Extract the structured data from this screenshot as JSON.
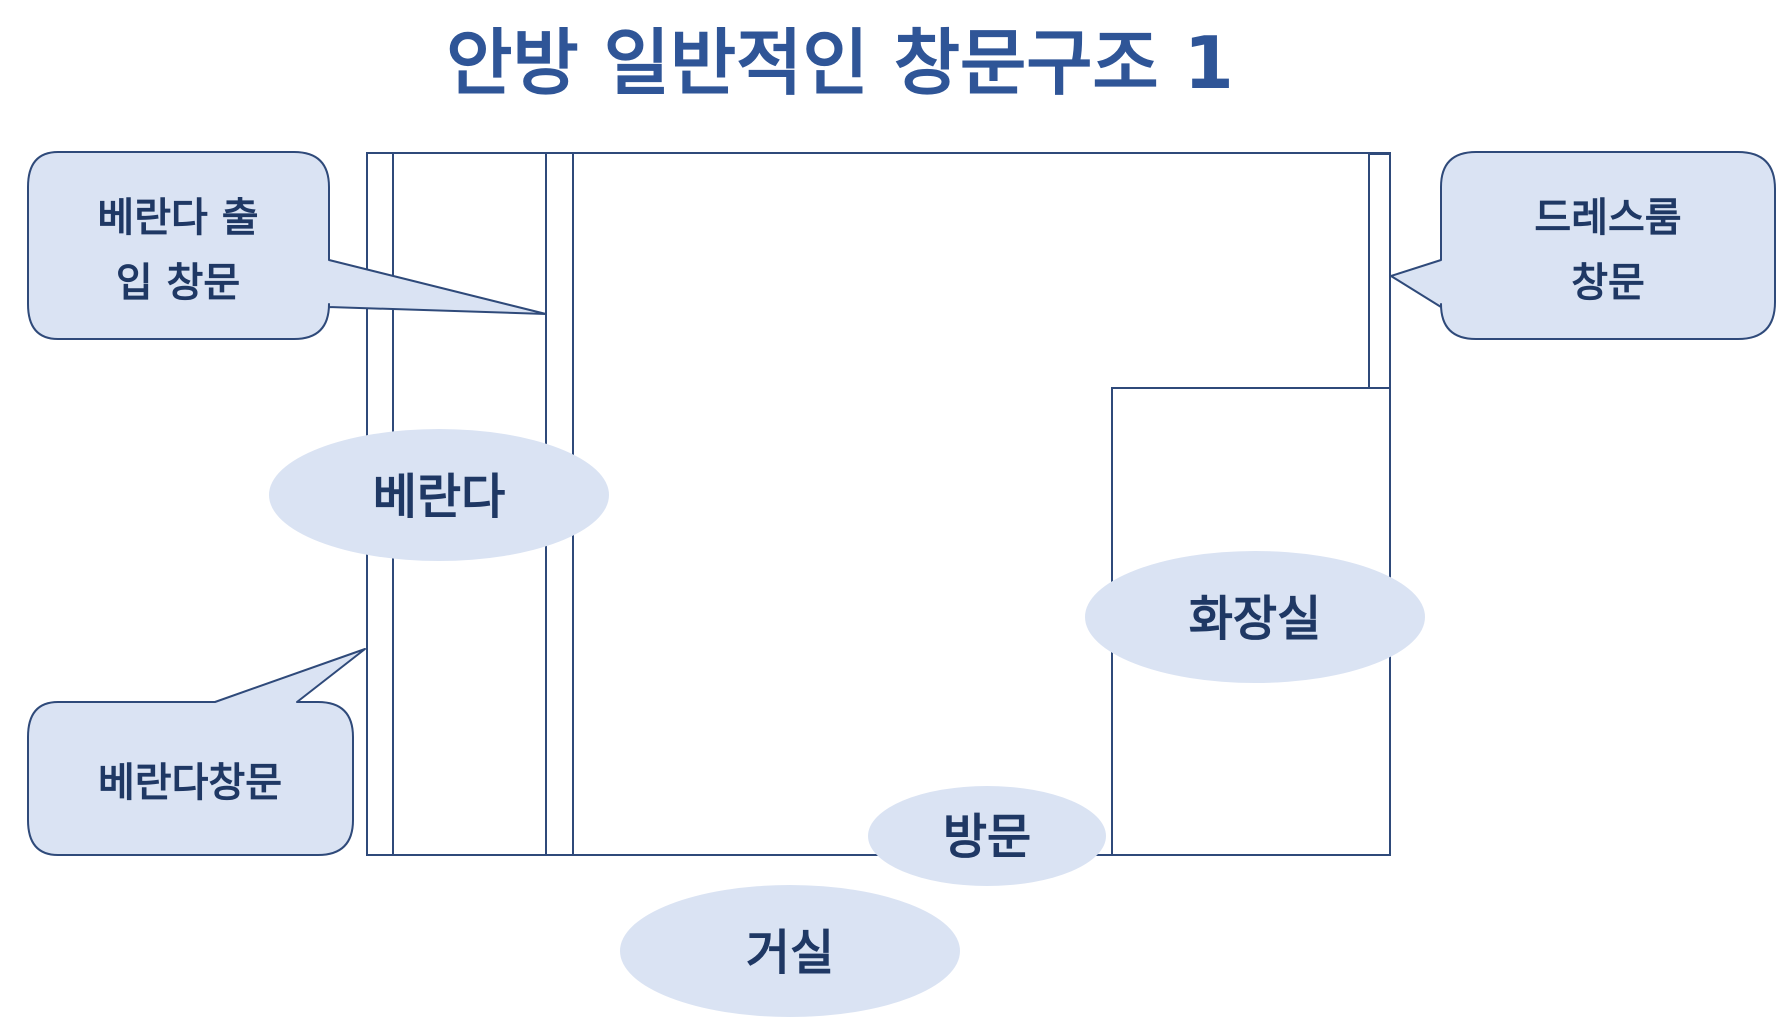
{
  "title": "안방 일반적인 창문구조 1",
  "callouts": {
    "balcony_entry_window": {
      "line1": "베란다 출",
      "line2": "입 창문"
    },
    "dressroom_window": {
      "line1": "드레스룸",
      "line2": "창문"
    },
    "balcony_window": {
      "line1": "베란다창문"
    }
  },
  "areas": {
    "balcony": "베란다",
    "bathroom": "화장실",
    "room_door": "방문",
    "living_room": "거실"
  },
  "colors": {
    "title": "#2F5597",
    "label": "#1F3864",
    "fill": "#DAE3F3",
    "line": "#2F4A7A"
  }
}
